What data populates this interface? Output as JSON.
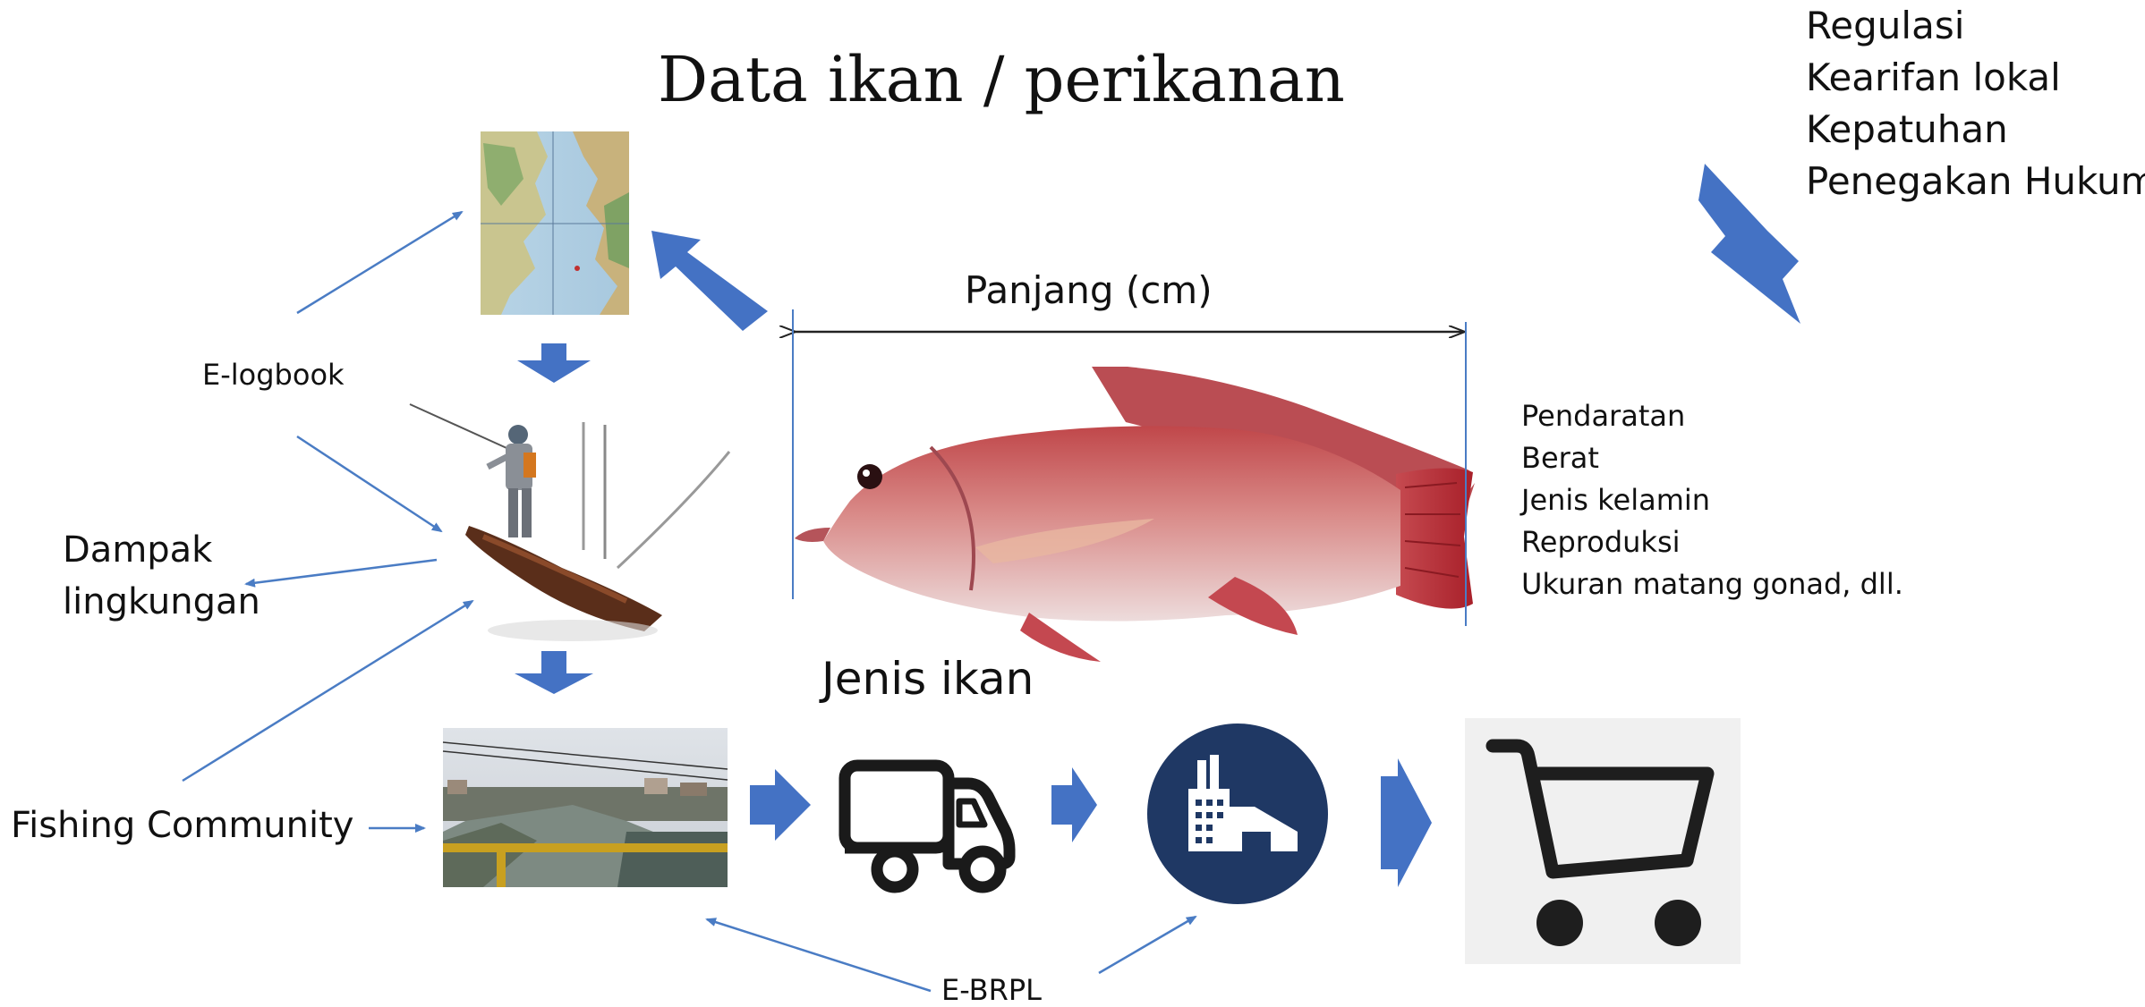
{
  "title": "Data ikan / perikanan",
  "governance": [
    "Regulasi",
    "Kearifan lokal",
    "Kepatuhan",
    "Penegakan Hukum"
  ],
  "measure_label": "Panjang (cm)",
  "fish_attributes": [
    "Pendaratan",
    "Berat",
    "Jenis kelamin",
    "Reproduksi",
    "Ukuran matang gonad, dll."
  ],
  "species_label": "Jenis ikan",
  "elogbook_label": "E-logbook",
  "impact_label": [
    "Dampak",
    "lingkungan"
  ],
  "community_label": "Fishing Community",
  "ebrpl_label": "E-BRPL",
  "colors": {
    "block_arrow": "#4472c4",
    "thin_arrow": "#4a7cc4",
    "factory_circle": "#1f3864"
  }
}
